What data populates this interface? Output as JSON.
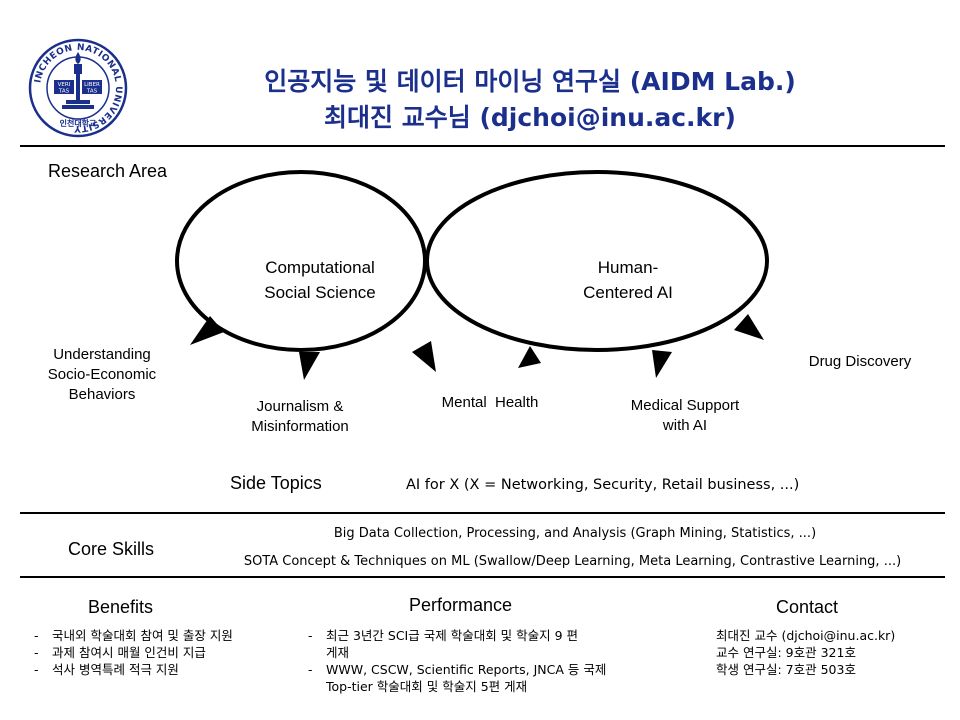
{
  "header": {
    "title_line1": "인공지능 및 데이터 마이닝 연구실 (AIDM Lab.)",
    "title_line2": "최대진 교수님 (djchoi@inu.ac.kr)",
    "logo": {
      "icon": "university-seal-icon",
      "ring_text": "INCHEON NATIONAL UNIVERSITY",
      "inner_left": "VERI TAS",
      "inner_right": "LIBER TAS",
      "bottom_text": "인천대학교"
    }
  },
  "research": {
    "heading": "Research Area",
    "circle_left": [
      "Computational",
      "Social Science"
    ],
    "circle_right": [
      "Human-",
      "Centered AI"
    ],
    "topics": {
      "socio": [
        "Understanding",
        "Socio-Economic",
        "Behaviors"
      ],
      "journalism": [
        "Journalism &",
        "Misinformation"
      ],
      "mental": "Mental  Health",
      "medical": [
        "Medical Support",
        "with AI"
      ],
      "drug": "Drug Discovery"
    },
    "side_heading": "Side Topics",
    "side_text": "AI for X (X = Networking, Security, Retail business, ...)"
  },
  "core": {
    "heading": "Core Skills",
    "line1": "Big Data Collection, Processing, and Analysis (Graph Mining, Statistics, ...)",
    "line2": "SOTA Concept & Techniques on ML (Swallow/Deep Learning, Meta Learning, Contrastive Learning, ...)"
  },
  "benefits": {
    "heading": "Benefits",
    "items": [
      "국내외 학술대회 참여 및 출장 지원",
      "과제 참여시 매월 인건비 지급",
      "석사 병역특례 적극 지원"
    ]
  },
  "performance": {
    "heading": "Performance",
    "items": [
      [
        "최근 3년간 SCI급 국제 학술대회 및 학술지 9 편",
        "게재"
      ],
      [
        "WWW, CSCW, Scientific Reports, JNCA 등 국제",
        "Top-tier 학술대회 및 학술지 5편 게재"
      ]
    ]
  },
  "contact": {
    "heading": "Contact",
    "lines": [
      "최대진 교수 (djchoi@inu.ac.kr)",
      "교수 연구실: 9호관 321호",
      "학생 연구실: 7호관 503호"
    ]
  }
}
